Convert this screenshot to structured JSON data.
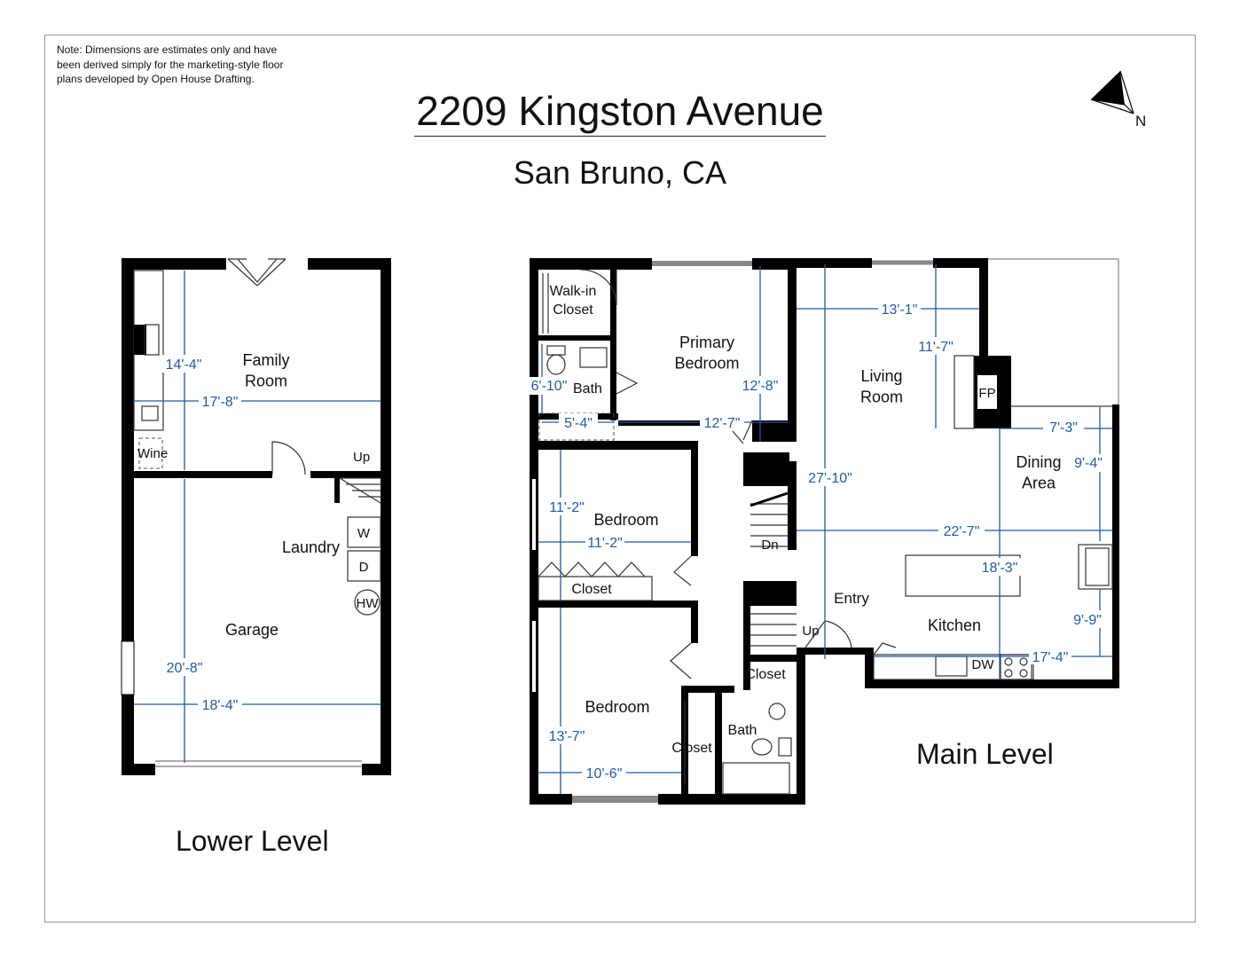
{
  "note": "Note: Dimensions are estimates only and have been derived simply for the marketing-style floor plans developed by Open House Drafting.",
  "title": "2209 Kingston Avenue",
  "subtitle": "San Bruno, CA",
  "compass_label": "N",
  "lower_level": {
    "label": "Lower Level",
    "rooms": {
      "family_room": "Family\nRoom",
      "wine": "Wine",
      "up": "Up",
      "laundry": "Laundry",
      "washer": "W",
      "dryer": "D",
      "water_heater": "HW",
      "garage": "Garage"
    },
    "dimensions": {
      "family_depth": "14'-4\"",
      "family_width": "17'-8\"",
      "garage_depth": "20'-8\"",
      "garage_width": "18'-4\""
    }
  },
  "main_level": {
    "label": "Main Level",
    "rooms": {
      "walk_in_closet": "Walk-in\nCloset",
      "bath_primary": "Bath",
      "primary_bedroom": "Primary\nBedroom",
      "bedroom_1": "Bedroom",
      "closet_1": "Closet",
      "bedroom_2": "Bedroom",
      "closet_2": "Closet",
      "closet_3": "Closet",
      "bath_2": "Bath",
      "dn": "Dn",
      "up": "Up",
      "entry": "Entry",
      "living_room": "Living\nRoom",
      "fireplace": "FP",
      "dining_area": "Dining\nArea",
      "kitchen": "Kitchen",
      "dishwasher": "DW"
    },
    "dimensions": {
      "bath_depth": "6'-10\"",
      "bath_width": "5'-4\"",
      "primary_width": "12'-7\"",
      "primary_depth": "12'-8\"",
      "bed1_depth": "11'-2\"",
      "bed1_width": "11'-2\"",
      "bed2_depth": "13'-7\"",
      "bed2_width": "10'-6\"",
      "living_width": "13'-1\"",
      "living_depth": "11'-7\"",
      "overall_depth": "27'-10\"",
      "dining_width": "7'-3\"",
      "dining_depth": "9'-4\"",
      "overall_width": "22'-7\"",
      "kitchen_depth": "18'-3\"",
      "kitchen_side": "9'-9\"",
      "kitchen_width": "17'-4\""
    }
  },
  "colors": {
    "walls": "#000000",
    "dimensions": "#1f5aa6",
    "frame": "#9a9a9a"
  }
}
